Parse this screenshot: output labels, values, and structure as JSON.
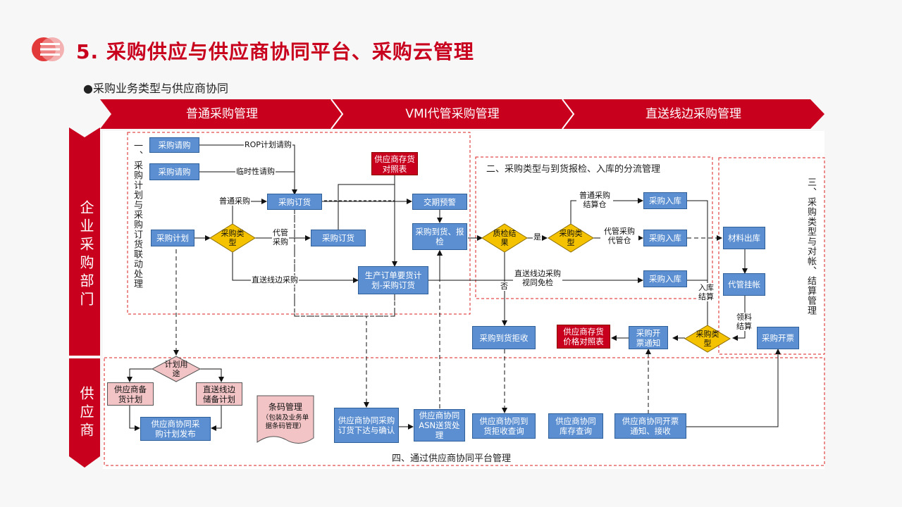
{
  "page": {
    "title": "5. 采购供应与供应商协同平台、采购云管理",
    "subtitle": "●采购业务类型与供应商协同"
  },
  "banners": [
    "普通采购管理",
    "VMI代管采购管理",
    "直送线边采购管理"
  ],
  "lanes": {
    "enterprise": "企业采购部门",
    "supplier": "供应商"
  },
  "sections": {
    "s1": "一、采购计划与采购订货联动处理",
    "s2": "二、采购类型与到货报检、入库的分流管理",
    "s3": "三、采购类型与对帐、结算管理",
    "s4": "四、通过供应商协同平台管理"
  },
  "boxes": {
    "req1": "采购请购",
    "req2": "采购请购",
    "plan": "采购计划",
    "order1": "采购订货",
    "order2": "采购订货",
    "inv_ref": "供应商存货对照表",
    "delivery_warn": "交期预警",
    "arrival": "采购到货、报检",
    "prod_order": "生产订单要货计划-采购订货",
    "in1": "采购入库",
    "in2": "采购入库",
    "in3": "采购入库",
    "material_out": "材料出库",
    "vmi_hang": "代管挂帐",
    "invoice": "采购开票",
    "invoice_notice": "采购开票通知",
    "price_ref": "供应商存货价格对照表",
    "reject": "采购到货拒收",
    "sup_stock_plan": "供应商备货计划",
    "direct_stock_plan": "直送线边储备计划",
    "sup_plan_pub": "供应商协同采购计划发布",
    "sup_order": "供应商协同采购订货下达与确认",
    "sup_asn": "供应商协同ASN送货处理",
    "sup_reject": "供应商协同到货拒收查询",
    "sup_inventory": "供应商协同库存查询",
    "sup_invoice": "供应商协同开票通知、接收"
  },
  "diamonds": {
    "type1": "采购类型",
    "qc": "质检结果",
    "type2": "采购类型",
    "type3": "采购类型",
    "use": "计划用途"
  },
  "barcode": {
    "title": "条码管理",
    "note": "（包装及业务单据条码管理）"
  },
  "labels": {
    "rop": "ROP计划请购",
    "temp": "临时性请购",
    "normal": "普通采购",
    "vmi": "代管采购",
    "direct": "直送线边采购",
    "yes": "是",
    "no": "否",
    "normal_settle": "普通采购结算仓",
    "vmi_store": "代管采购代管仓",
    "direct_free": "直送线边采购视同免检",
    "in_settle": "入库结算",
    "pick_settle": "领料结算"
  },
  "colors": {
    "accent": "#c8001e",
    "box": "#5b8fd1",
    "pink": "#f2c4c6",
    "diamond": "#f5c200"
  }
}
